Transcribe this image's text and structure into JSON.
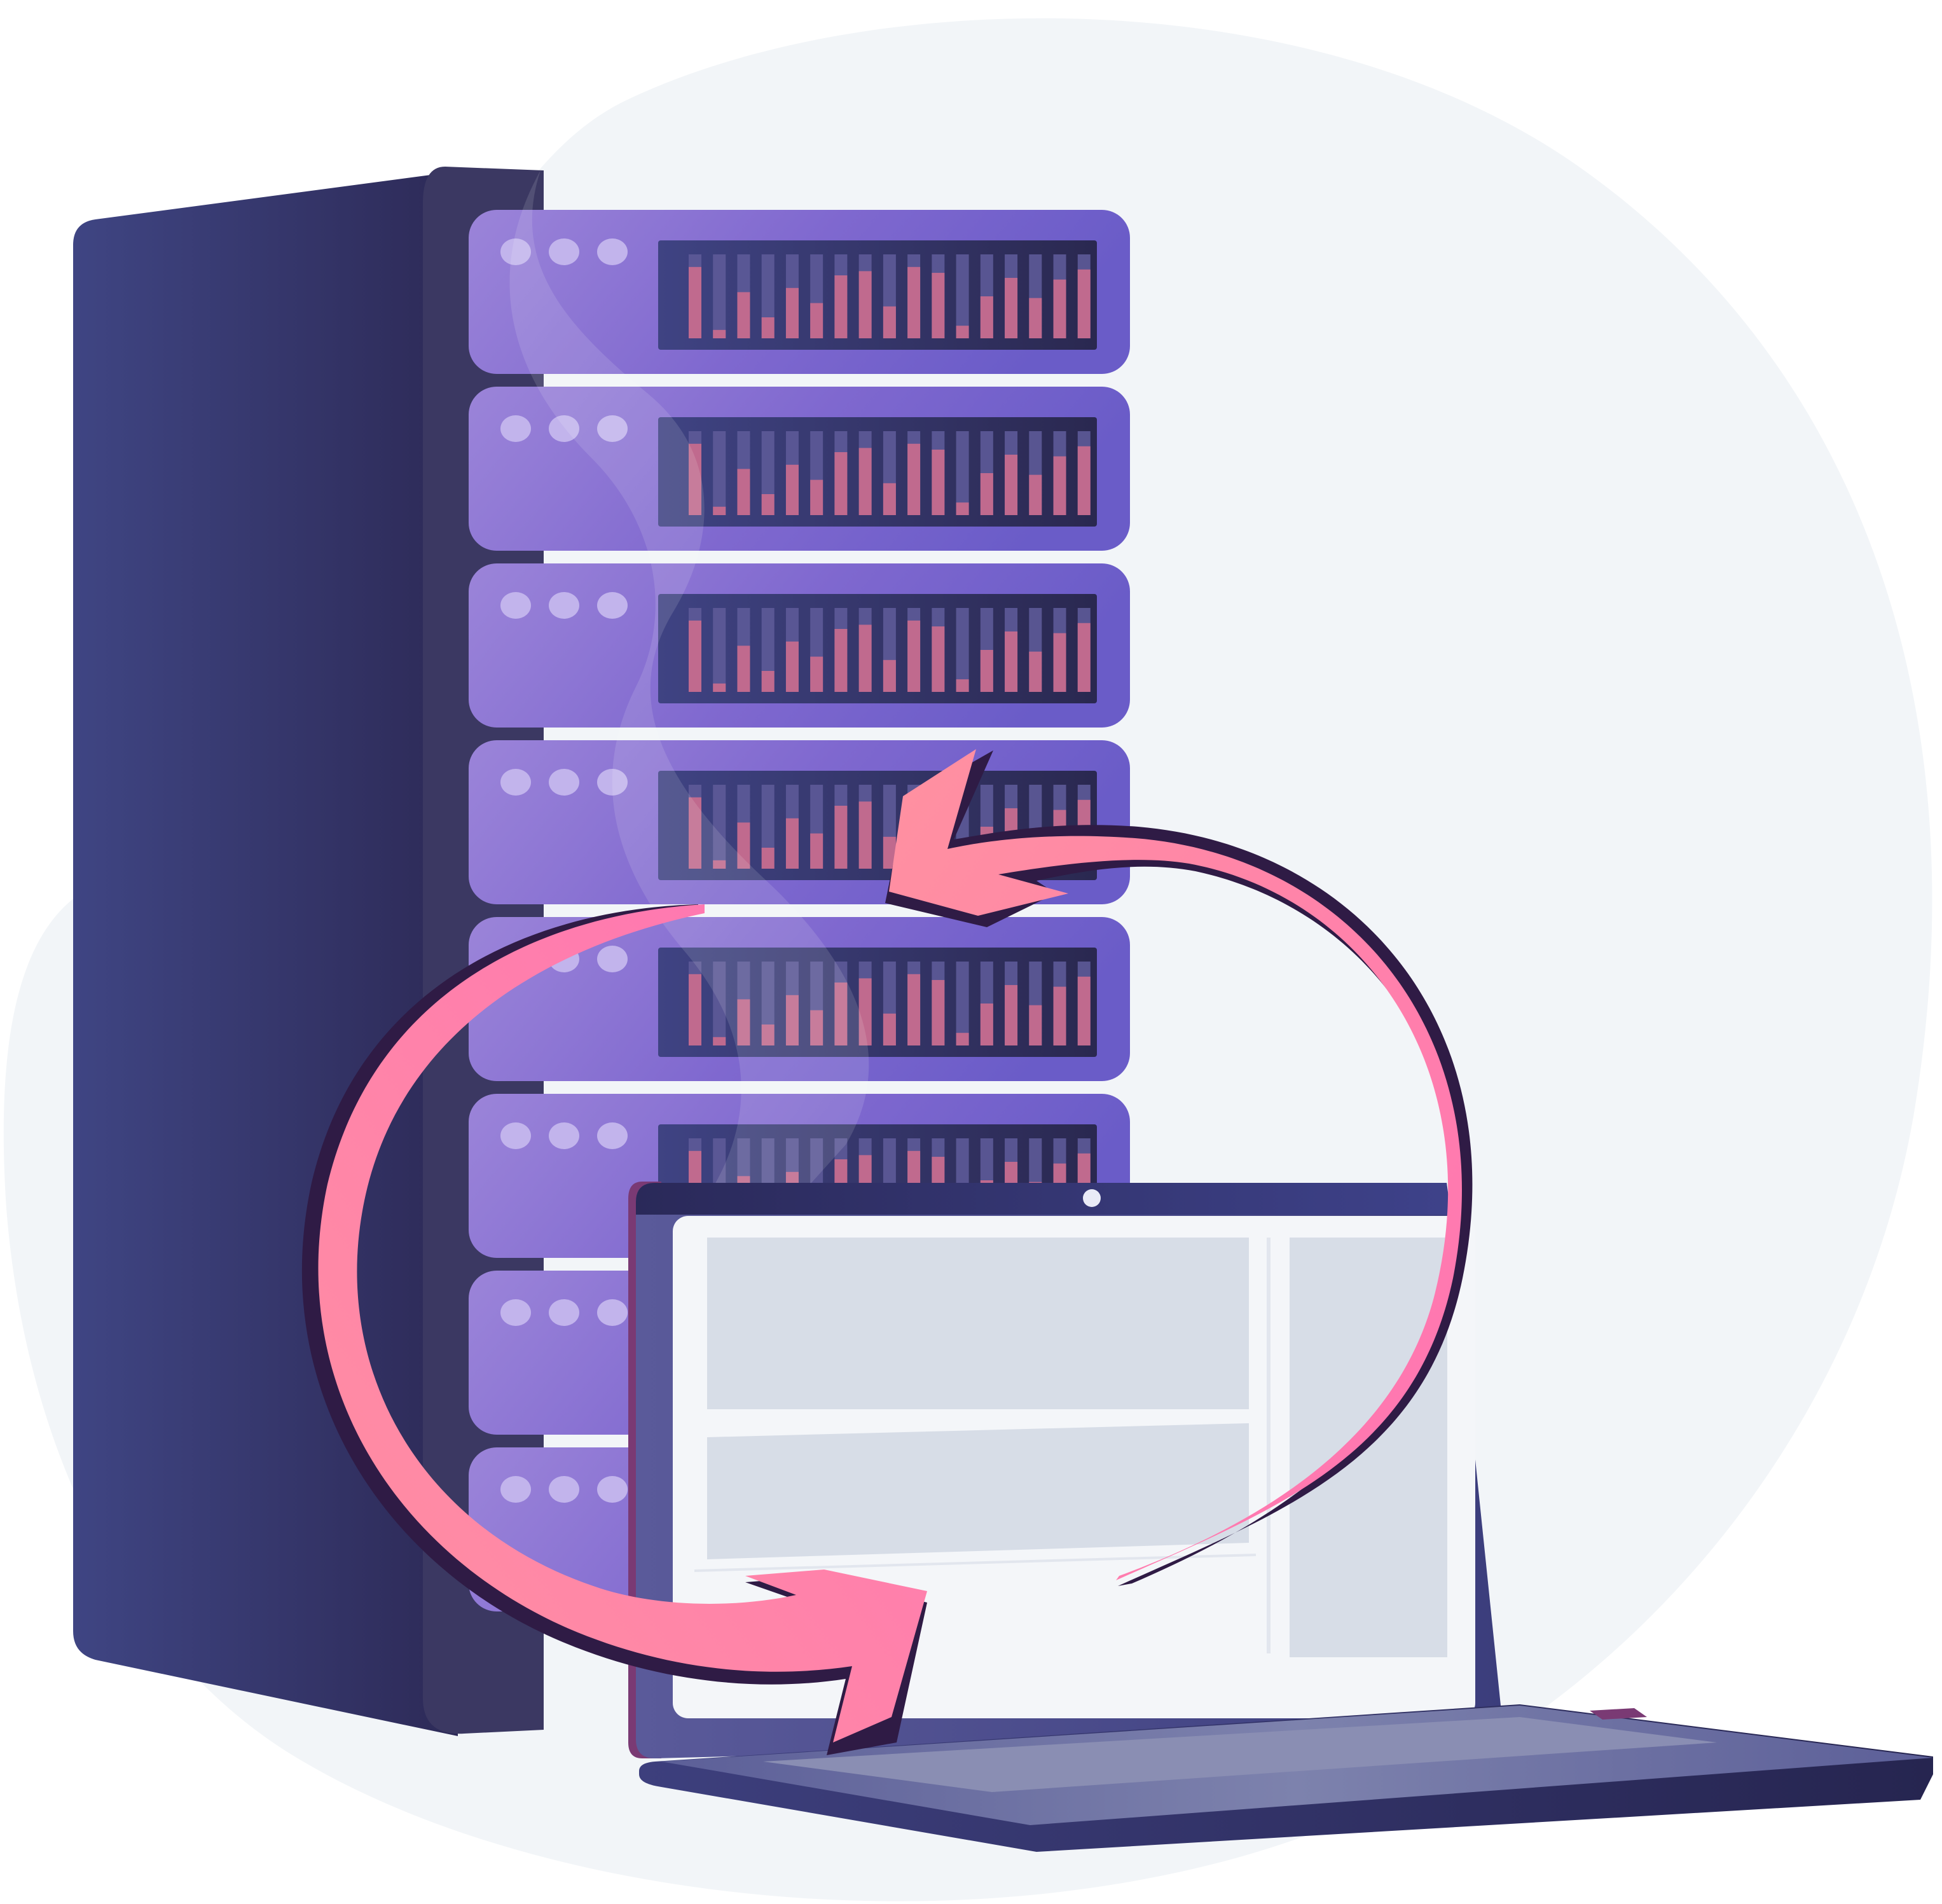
{
  "illustration": {
    "subject": [
      "server-rack",
      "laptop",
      "sync-arrows"
    ],
    "colors": {
      "background": "#ffffff",
      "blob": "#f2f5f8",
      "rack_dark_left": "#3f4583",
      "rack_dark_right": "#2d2a57",
      "rack_face": "#3b3862",
      "unit_light": "#9b84d9",
      "unit_mid": "#7f68cf",
      "unit_right": "#6a5cc8",
      "led": "#c2b4ec",
      "panel": "#3f4383",
      "panel_dark": "#2a2850",
      "bar_bg": "#5d5a98",
      "bar_fill": "#c06a8e",
      "laptop_frame": "#3b3d7c",
      "laptop_top": "#2b2a5a",
      "laptop_screen": "#f4f6f9",
      "screen_blocks": "#d7dde7",
      "arrow_a": "#ff91a0",
      "arrow_b": "#ff73b4",
      "arrow_shadow": "#2f1b45"
    },
    "server_units": 8,
    "bar_levels": [
      0.85,
      0.1,
      0.55,
      0.25,
      0.6,
      0.42,
      0.75,
      0.8,
      0.38,
      0.85,
      0.78,
      0.15,
      0.5,
      0.72,
      0.48,
      0.7,
      0.82
    ]
  }
}
